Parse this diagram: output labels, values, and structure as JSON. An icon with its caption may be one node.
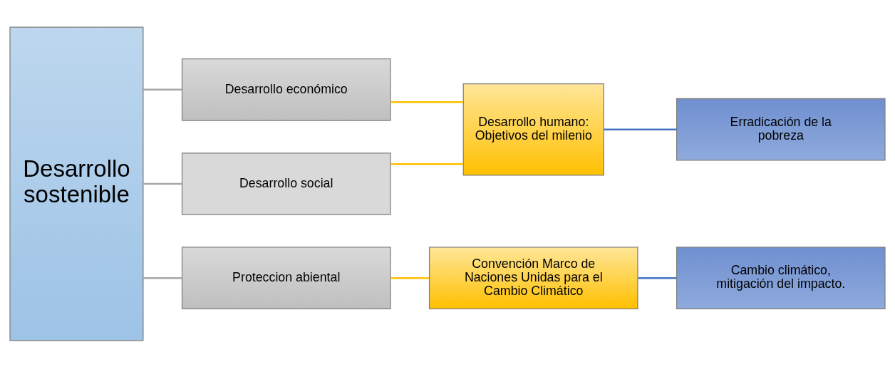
{
  "diagram": {
    "nodes": [
      {
        "text": [
          "Desarrollo sostenible"
        ]
      },
      {
        "text": [
          "Desarrollo económico"
        ]
      },
      {
        "text": [
          "Desarrollo social"
        ]
      },
      {
        "text": [
          "Proteccion abiental"
        ]
      },
      {
        "text": [
          "Desarrollo humano:",
          "Objetivos del milenio"
        ]
      },
      {
        "text": [
          "Erradicación de la pobreza"
        ]
      },
      {
        "text": [
          "Convención Marco de Naciones Unidas para el Cambio Climático"
        ]
      },
      {
        "text": [
          "Cambio climático, mitigación del impacto."
        ]
      }
    ],
    "edges": [
      {
        "from": 0,
        "to": 1,
        "arrow": "none",
        "color": "#a6a6a6"
      },
      {
        "from": 0,
        "to": 2,
        "arrow": "none",
        "color": "#a6a6a6"
      },
      {
        "from": 0,
        "to": 3,
        "arrow": "none",
        "color": "#a6a6a6"
      },
      {
        "from": 1,
        "to": 4,
        "arrow": "none",
        "color": "#ffc000"
      },
      {
        "from": 2,
        "to": 4,
        "arrow": "none",
        "color": "#ffc000"
      },
      {
        "from": 4,
        "to": 5,
        "arrow": "none",
        "color": "#4472c4"
      },
      {
        "from": 3,
        "to": 6,
        "arrow": "none",
        "color": "#ffc000"
      },
      {
        "from": 6,
        "to": 7,
        "arrow": "none",
        "color": "#4472c4"
      }
    ]
  }
}
